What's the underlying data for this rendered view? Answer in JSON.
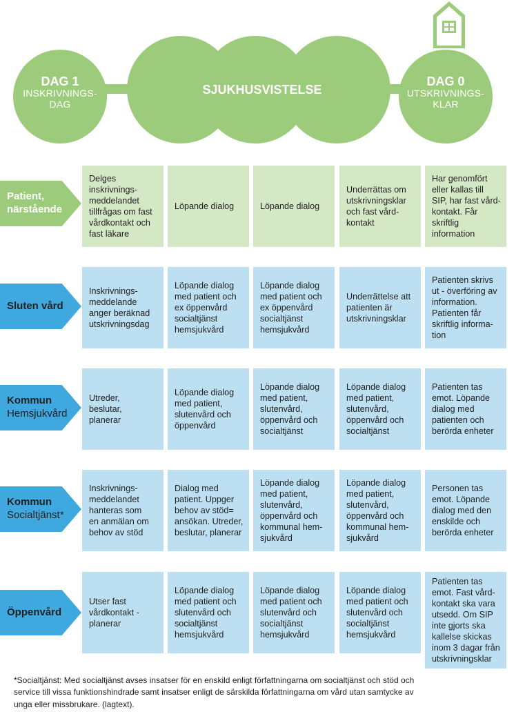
{
  "header": {
    "day1": {
      "title": "DAG 1",
      "subtitle": "INSKRIVNINGS-\nDAG"
    },
    "middle": {
      "title": "SJUKHUSVISTELSE"
    },
    "day0": {
      "title": "DAG 0",
      "subtitle": "UTSKRIVNINGS-\nKLAR"
    },
    "colors": {
      "green": "#9ccc7b",
      "house": "#9ccc7b"
    },
    "icon": "house-icon"
  },
  "rows": [
    {
      "label_line1": "Patient,",
      "label_line2": "närstående",
      "color": "green",
      "cells": [
        "Delges\ninskrivnings-\nmeddelandet\ntillfrågas om fast\nvårdkontakt och\nfast läkare",
        "Löpande dialog",
        "Löpande dialog",
        "Underrättas om\nutskrivningsklar\noch fast vård-\nkontakt",
        "Har genomfört\neller kallas till\nSIP, har fast vård-\nkontakt. Får\nskriftlig\ninformation"
      ]
    },
    {
      "label_line1": "Sluten vård",
      "label_line2": "",
      "color": "blue",
      "cells": [
        "Inskrivnings-\nmeddelande\nanger beräknad\nutskrivningsdag",
        "Löpande dialog\nmed patient och\nex öppenvård\nsocialtjänst\nhemsjukvård",
        "Löpande dialog\nmed patient och\nex öppenvård\nsocialtjänst\nhemsjukvård",
        "Underrättelse att\npatienten är\nutskrivningsklar",
        "Patienten skrivs\nut - överföring av\ninformation.\nPatienten får\nskriftlig informa-\ntion"
      ]
    },
    {
      "label_line1": "Kommun",
      "label_line2": "Hemsjukvård",
      "color": "blue",
      "cells": [
        "Utreder,\nbeslutar,\nplanerar",
        "Löpande dialog\nmed patient,\nslutenvård och\nöppenvård",
        "Löpande dialog\nmed patient,\nslutenvård,\nöppenvård och\nsocialtjänst",
        "Löpande dialog\nmed patient,\nslutenvård,\nöppenvård och\nsocialtjänst",
        "Patienten tas\nemot. Löpande\ndialog med\npatienten och\nberörda enheter"
      ]
    },
    {
      "label_line1": "Kommun",
      "label_line2": "Socialtjänst*",
      "color": "blue",
      "cells": [
        "Inskrivnings-\nmeddelandet\nhanteras som\nen anmälan om\nbehov av stöd",
        "Dialog med\npatient. Uppger\nbehov av stöd=\nansökan. Utreder,\nbeslutar, planerar",
        "Löpande dialog\nmed patient,\nslutenvård,\nöppenvård och\nkommunal hem-\nsjukvård",
        "Löpande dialog\nmed patient,\nslutenvård,\nöppenvård och\nkommunal hem-\nsjukvård",
        "Personen tas\nemot. Löpande\ndialog med den\nenskilde och\nberörda enheter"
      ]
    },
    {
      "label_line1": "Öppenvård",
      "label_line2": "",
      "color": "blue",
      "cells": [
        "Utser fast\nvårdkontakt -\nplanerar",
        "Löpande dialog\nmed patient och\nslutenvård och\nsocialtjänst\nhemsjukvård",
        "Löpande dialog\nmed patient och\nslutenvård och\nsocialtjänst\nhemsjukvård",
        "Löpande dialog\nmed patient och\nslutenvård och\nsocialtjänst\nhemsjukvård",
        "Patienten tas\nemot. Fast vård-\nkontakt ska vara\nutsedd. Om SIP\ninte gjorts ska\nkallelse skickas\ninom 3 dagar från\nutskrivningsklar"
      ]
    }
  ],
  "footnote": "*Socialtjänst: Med socialtjänst avses insatser för en enskild enligt författningarna om socialtjänst och stöd och service till vissa funktionshindrade samt insatser enligt de särskilda författningarna om vård utan samtycke av unga eller missbrukare. (lagtext)."
}
